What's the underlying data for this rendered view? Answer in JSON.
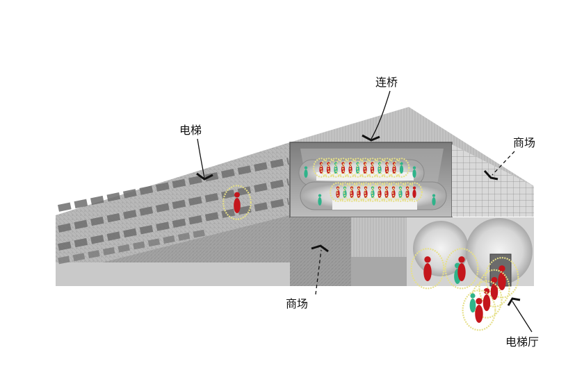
{
  "labels": {
    "elevator": "电梯",
    "bridge": "连桥",
    "mall_right": "商场",
    "mall_bottom": "商场",
    "elevator_hall": "电梯厅"
  },
  "colors": {
    "figure_red": "#c4161c",
    "figure_green": "#2fb38a",
    "glow_yellow": "#e6e08a",
    "pointer": "#111111"
  }
}
